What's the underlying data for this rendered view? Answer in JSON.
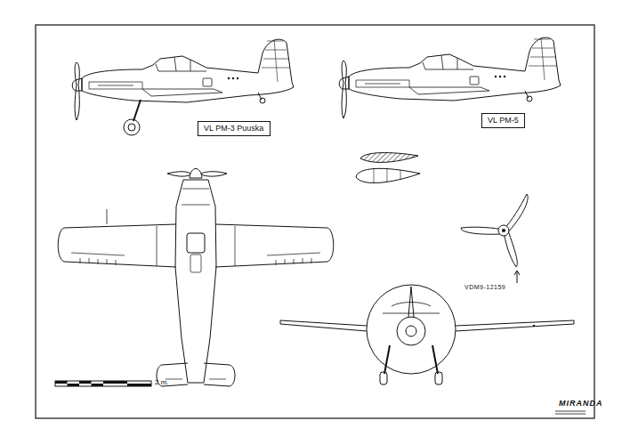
{
  "diagram": {
    "nodes": [
      {
        "text": [
          "VL PM-3 Puuska"
        ]
      },
      {
        "text": [
          "VL PM-5"
        ]
      }
    ],
    "labels": [
      "VDM9-12159",
      "2 m.",
      "MIRANDA"
    ]
  }
}
